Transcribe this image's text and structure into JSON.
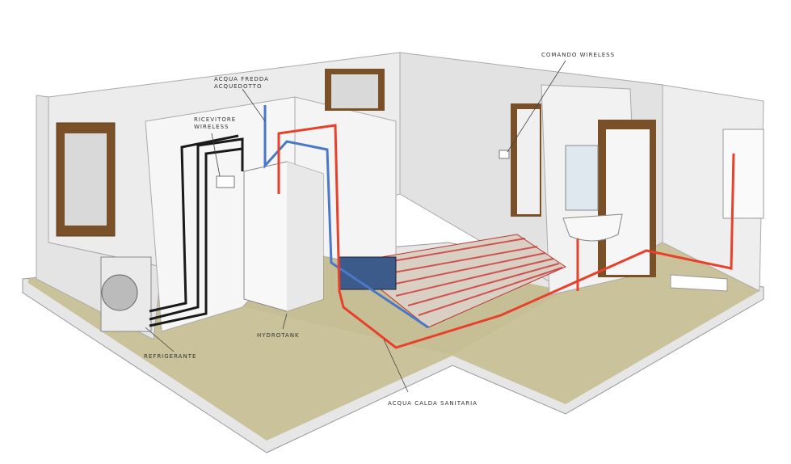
{
  "labels": {
    "cold_water_line1": "ACQUA FREDDA",
    "cold_water_line2": "ACQUEDOTTO",
    "receiver_line1": "RICEVITORE",
    "receiver_line2": "WIRELESS",
    "wireless_control": "COMANDO WIRELESS",
    "hydrotank": "HYDROTANK",
    "refrigerant": "REFRIGERANTE",
    "hot_water": "ACQUA CALDA SANITARIA"
  },
  "colors": {
    "floor": "#c9c29a",
    "wall": "#ececec",
    "wall_shade": "#d6d6d6",
    "hot_pipe": "#e8402a",
    "cold_pipe": "#4a78c8",
    "refrigerant_pipe": "#1a1a1a",
    "wood": "#8a5a2b"
  }
}
